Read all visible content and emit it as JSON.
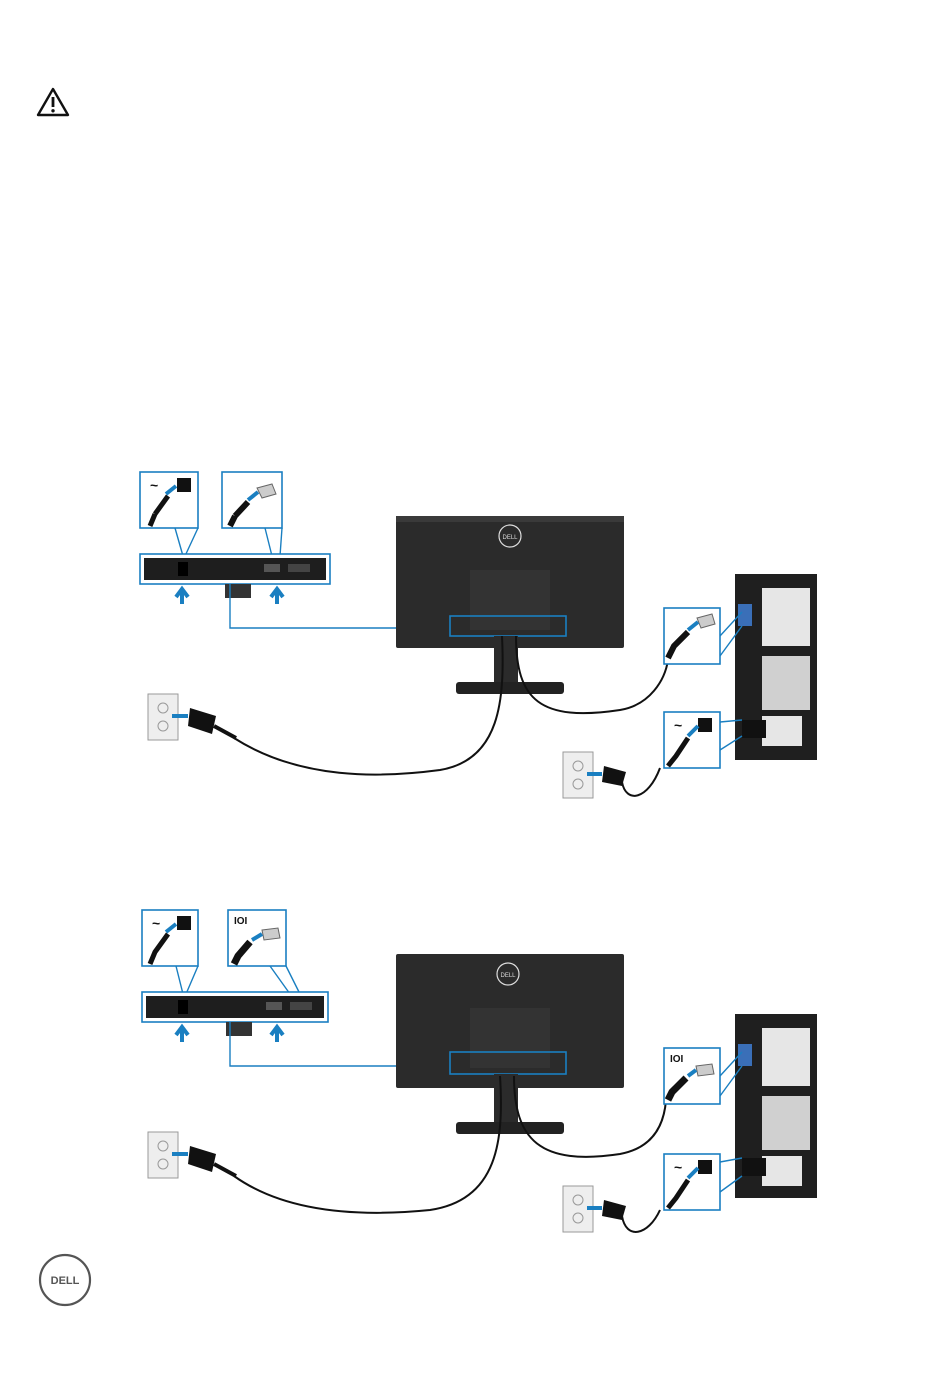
{
  "page": {
    "background": "#ffffff",
    "accent_color": "#1a7fc1",
    "icon_warning": "warning-triangle-icon"
  },
  "figure_hdmi": {
    "cable_icon": "hdmi-cable-icon",
    "power_symbol": "~",
    "brand_text": "DELL"
  },
  "figure_vga": {
    "cable_icon": "vga-cable-icon",
    "port_label": "IOI",
    "power_symbol": "~",
    "brand_text": "DELL"
  },
  "footer": {
    "logo_text": "DELL"
  }
}
